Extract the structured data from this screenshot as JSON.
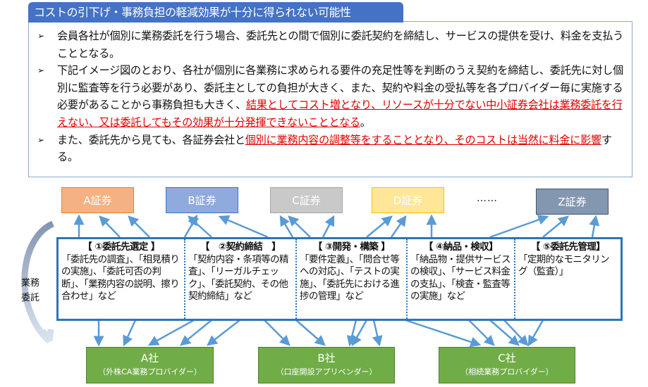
{
  "title": "コストの引下げ・事務負担の軽減効果が十分に得られない可能性",
  "bullets": [
    {
      "marker": "➢",
      "parts": [
        {
          "text": "会員各社が個別に業務委託を行う場合、委託先との間で個別に委託契約を締結し、サービスの提供を受け、料金を支払うこととなる。",
          "red": false
        }
      ]
    },
    {
      "marker": "➢",
      "parts": [
        {
          "text": "下記イメージ図のとおり、各社が個別に各業務に求められる要件の充足性等を判断のうえ契約を締結し、委託先に対し個別に監査等を行う必要があり、委託主としての負担が大きく、また、契約や料金の受払等を各プロバイダー毎に実施する必要があることから事務負担も大きく、",
          "red": false
        },
        {
          "text": "結果としてコスト増となり、リソースが十分でない中小証券会社は業務委託を行えない、又は委託してもその効果が十分発揮できないこととなる",
          "red": true
        },
        {
          "text": "。",
          "red": false
        }
      ]
    },
    {
      "marker": "➢",
      "parts": [
        {
          "text": "また、委託先から見ても、各証券会社と",
          "red": false
        },
        {
          "text": "個別に業務内容の調整等をすることとなり、そのコストは当然に料金に影響",
          "red": true
        },
        {
          "text": "する。",
          "red": false
        }
      ]
    }
  ],
  "securities": [
    {
      "label": "A証券",
      "color": "#f4b183",
      "border": "#ed7d31"
    },
    {
      "label": "B証券",
      "color": "#8faadc",
      "border": "#4472c4"
    },
    {
      "label": "C証券",
      "color": "#c9c9c9",
      "border": "#a5a5a5"
    },
    {
      "label": "D証券",
      "color": "#ffe699",
      "border": "#ffc000"
    },
    {
      "label": "Z証券",
      "color": "#8497b0",
      "border": "#44546a"
    }
  ],
  "ellipsis": "……",
  "side_label": "業務委託",
  "steps": [
    {
      "header": "【 ①委託先選定 】",
      "body": "「委託先の調査」、「相見積りの実施」、「委託可否の判断」、「業務内容の説明、擦り合わせ」など"
    },
    {
      "header": "【　②契約締結　】",
      "body": "「契約内容・条項等の精査」、「リーガルチェック」、「委託契約、その他契約締結」など"
    },
    {
      "header": "【 ③開発・構築 】",
      "body": "「要件定義」、「問合せ等への対応」、「テストの実施」、「委託先における進捗の管理」など"
    },
    {
      "header": "【 ④納品・検収】",
      "body": "「納品物・提供サービスの検収」、「サービス料金の支払」、「検査・監査等の実施」など"
    },
    {
      "header": "【 ⑤委託先管理】",
      "body": "「定期的なモニタリング（監査）」"
    }
  ],
  "companies": [
    {
      "name": "A社",
      "sub": "（外株CA業務プロバイダー）"
    },
    {
      "name": "B社",
      "sub": "（口座開設アプリベンダー）"
    },
    {
      "name": "C社",
      "sub": "（相続業務プロバイダー）"
    }
  ]
}
